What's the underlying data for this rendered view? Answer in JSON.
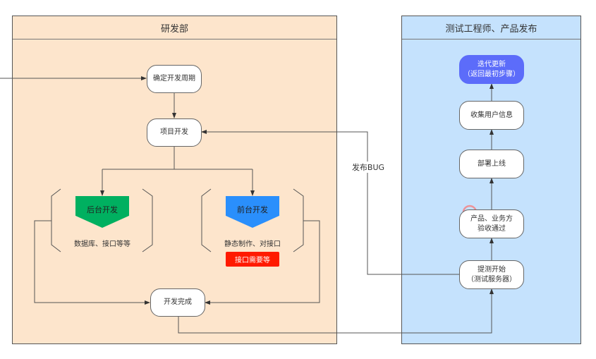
{
  "lanes": {
    "rd": {
      "title": "研发部",
      "color": "#fde5cc"
    },
    "test": {
      "title": "测试工程师、产品发布",
      "color": "#c5e2fd"
    }
  },
  "nodes": {
    "confirm_cycle": "确定开发周期",
    "project_dev": "项目开发",
    "backend": {
      "label": "后台开发",
      "desc": "数据库、接口等等",
      "color": "#00b060"
    },
    "frontend": {
      "label": "前台开发",
      "desc": "静态制作、对接口",
      "note": "接口需要等",
      "color": "#2a8ffc",
      "note_color": "#ff1a00"
    },
    "dev_done": "开发完成",
    "test_start": {
      "line1": "提测开始",
      "line2": "（测试服务器）"
    },
    "acceptance": {
      "line1": "产品、业务方",
      "line2": "验收通过"
    },
    "deploy": "部署上线",
    "collect": "收集用户信息",
    "iterate": {
      "line1": "迭代更新",
      "line2": "（返回最初步骤）",
      "color": "#5c6cfa"
    }
  },
  "edge_labels": {
    "bug": "发布BUG"
  }
}
